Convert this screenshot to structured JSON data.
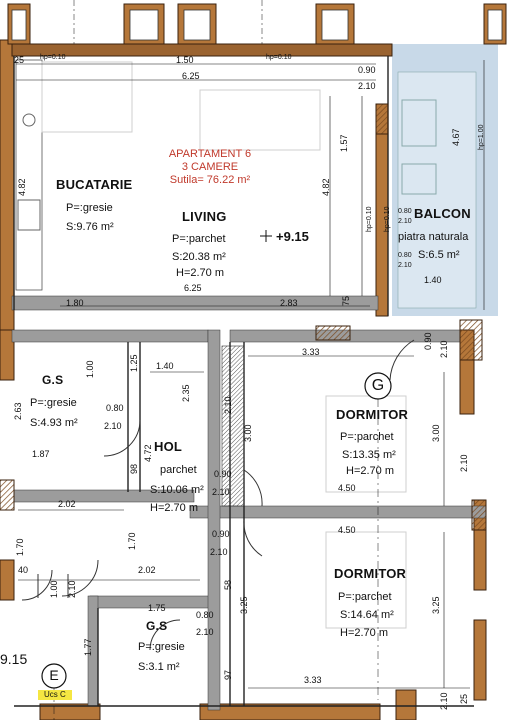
{
  "title": {
    "line1": "APARTAMENT 6",
    "line2": "3 CAMERE",
    "line3": "Sutila= 76.22 m²"
  },
  "rooms": {
    "bucatarie": {
      "name": "BUCATARIE",
      "floor": "P=:gresie",
      "area": "S:9.76 m²"
    },
    "living": {
      "name": "LIVING",
      "floor": "P=:parchet",
      "area": "S:20.38 m²",
      "height": "H=2.70 m",
      "dim": "6.25"
    },
    "balcon": {
      "name": "BALCON",
      "floor": "piatra naturala",
      "area": "S:6.5 m²",
      "dim": "1.40"
    },
    "gs1": {
      "name": "G.S",
      "floor": "P=:gresie",
      "area": "S:4.93 m²"
    },
    "hol": {
      "name": "HOL",
      "floor": "parchet",
      "area": "S:10.06 m²",
      "height": "H=2.70 m"
    },
    "dorm1": {
      "name": "DORMITOR",
      "floor": "P=:parchet",
      "area": "S:13.35 m²",
      "height": "H=2.70 m",
      "dim": "4.50"
    },
    "dorm2": {
      "name": "DORMITOR",
      "floor": "P=:parchet",
      "area": "S:14.64 m²",
      "height": "H=2.70 m",
      "dim": "4.50"
    },
    "gs2": {
      "name": "G.S",
      "floor": "P=:gresie",
      "area": "S:3.1 m²"
    }
  },
  "elevation": "+9.15",
  "level_left": "9.15",
  "grid_labels": {
    "g": "G",
    "e": "E"
  },
  "stair_label": "Ucs C",
  "hp": {
    "a": "hp=0.10",
    "b": "hp=1.00"
  },
  "doors": {
    "d1": "0.90",
    "d1b": "2.10",
    "d2": "0.80",
    "d2b": "2.10",
    "d3": "0.90",
    "d3b": "2.10",
    "d4": "0.90",
    "d4b": "2.10",
    "d5": "0.80",
    "d5b": "2.10",
    "d6": "0.90",
    "d6b": "2.10",
    "d7": "1.00",
    "d7b": "2.10",
    "bw1": "0.80",
    "bw1b": "2.10",
    "bw2": "0.80",
    "bw2b": "2.10"
  },
  "dims": {
    "top150": "1.50",
    "top625": "6.25",
    "top25": "25",
    "v482a": "4.82",
    "v482b": "4.82",
    "v157": "1.57",
    "v467": "4.67",
    "h180": "1.80",
    "h283": "2.83",
    "v75": "75",
    "h333a": "3.33",
    "h333b": "3.33",
    "h140": "1.40",
    "v125": "1.25",
    "v235": "2.35",
    "v210": "2.10",
    "v300a": "3.00",
    "v300b": "3.00",
    "v263": "2.63",
    "v100": "1.00",
    "h187": "1.87",
    "v98": "98",
    "v472": "4.72",
    "h202a": "2.02",
    "h202b": "2.02",
    "v170a": "1.70",
    "v170b": "1.70",
    "h40": "40",
    "v58": "58",
    "v325a": "3.25",
    "v325b": "3.25",
    "h175": "1.75",
    "v177": "1.77",
    "v97": "97",
    "v210b": "2.10",
    "v210c": "2.10",
    "v25": "25"
  }
}
